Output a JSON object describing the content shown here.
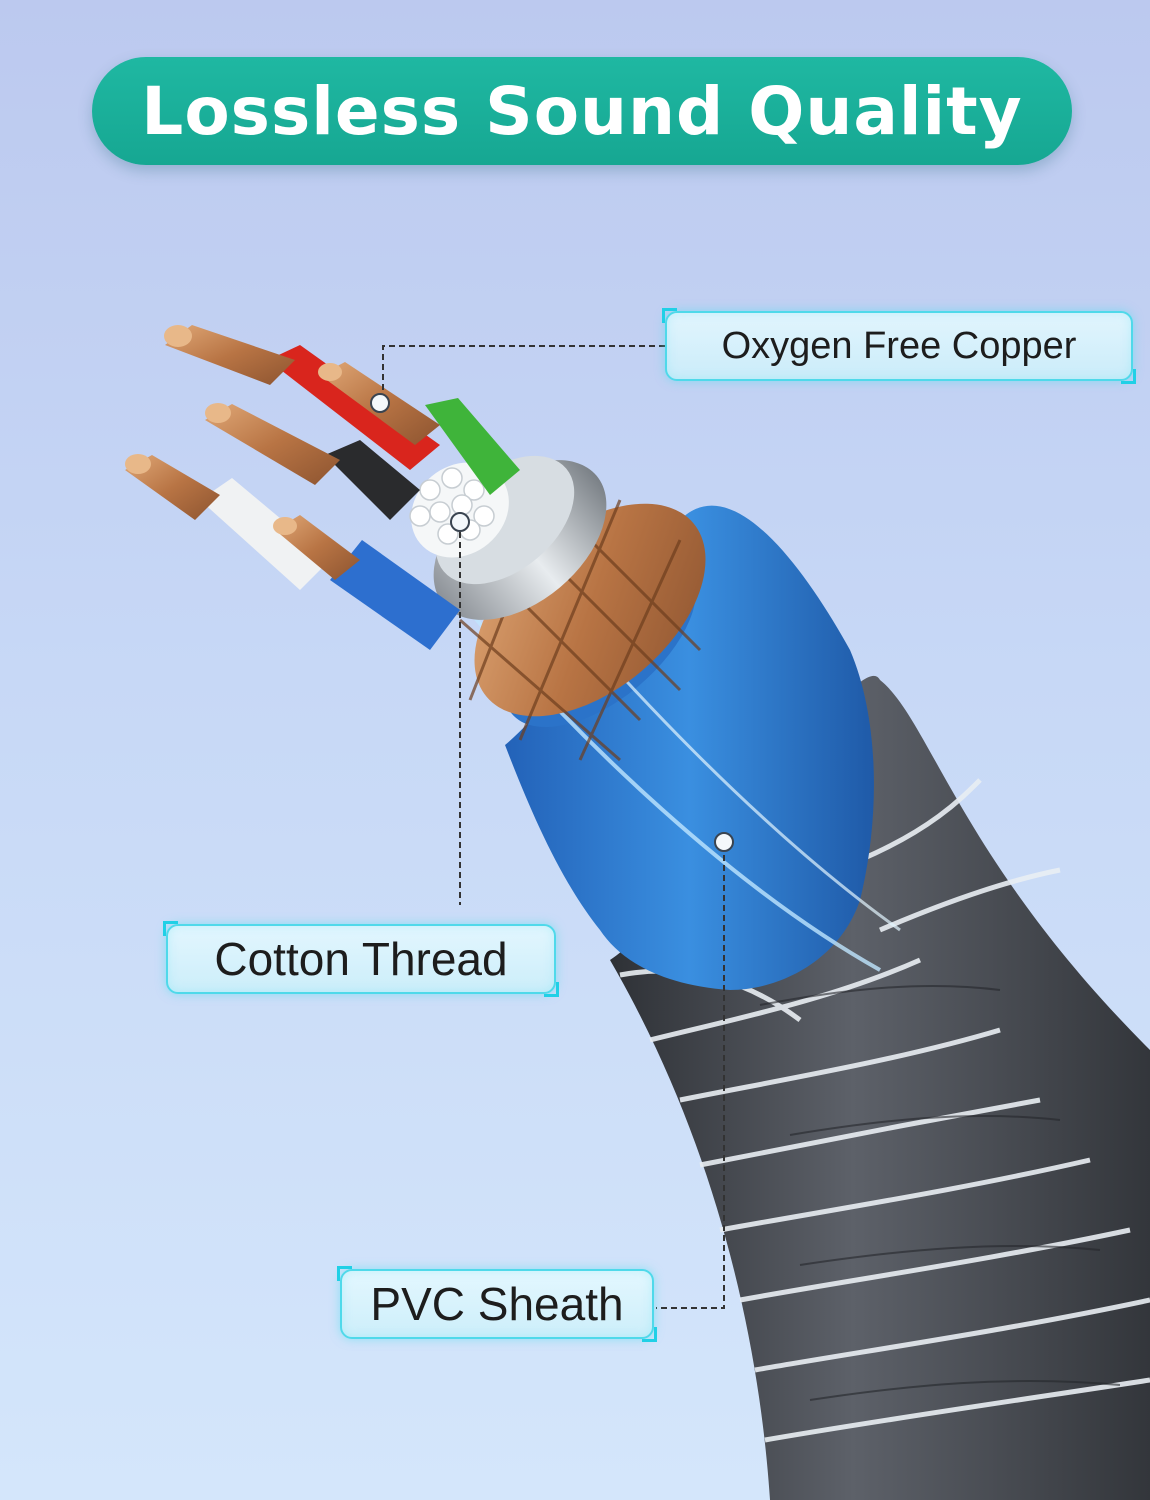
{
  "header": {
    "title": "Lossless Sound Quality"
  },
  "callouts": {
    "oxygen_free_copper": "Oxygen Free Copper",
    "cotton_thread": "Cotton Thread",
    "pvc_sheath": "PVC Sheath"
  },
  "colors": {
    "banner": "#1bb39d",
    "label_border": "#4fd9ea",
    "outer_braid": "#4a4e55",
    "blue_sheath": "#2c7fd4",
    "copper": "#c88a5a"
  },
  "icons": [
    "cable-cross-section-illustration"
  ]
}
